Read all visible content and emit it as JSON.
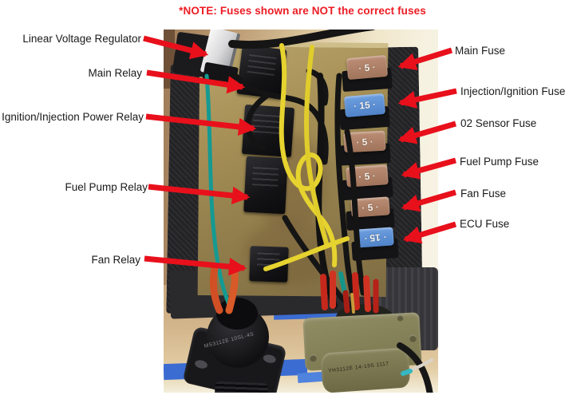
{
  "note": "*NOTE: Fuses shown are NOT the correct fuses",
  "labels": {
    "left": [
      "Linear Voltage Regulator",
      "Main Relay",
      "Ignition/Injection Power Relay",
      "Fuel Pump Relay",
      "Fan Relay"
    ],
    "right": [
      "Main Fuse",
      "Injection/Ignition Fuse",
      "02 Sensor Fuse",
      "Fuel Pump Fuse",
      "Fan Fuse",
      "ECU Fuse"
    ]
  },
  "photo": {
    "fuses": [
      {
        "amperage": "5",
        "color": "#a97b60"
      },
      {
        "amperage": "15",
        "color": "#5b8fd4"
      },
      {
        "amperage": "5",
        "color": "#a97b60"
      },
      {
        "amperage": "5",
        "color": "#a97b60"
      },
      {
        "amperage": "5",
        "color": "#b08a72"
      },
      {
        "amperage": "15",
        "color": "#5b8fd4"
      }
    ],
    "connector_black_text": "MS3112E 10SL-4S",
    "connector_olive_text": "YH3112E 14-19S 1117"
  },
  "colors": {
    "arrow": "#e8101b",
    "note": "#ed1c24",
    "label": "#1a1a1a"
  }
}
